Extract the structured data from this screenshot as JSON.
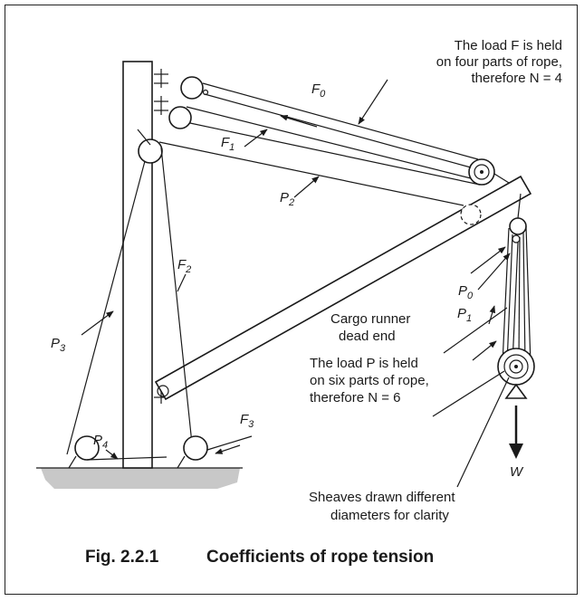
{
  "caption": {
    "number": "Fig. 2.2.1",
    "title": "Coefficients of rope tension"
  },
  "notes": {
    "load_f_line1": "The load F is held",
    "load_f_line2": "on four parts of rope,",
    "load_f_line3": "therefore N = 4",
    "load_p_line1": "The load P is held",
    "load_p_line2": "on six parts of rope,",
    "load_p_line3": "therefore N = 6",
    "cargo_line1": "Cargo runner",
    "cargo_line2": "dead end",
    "sheaves_line1": "Sheaves drawn different",
    "sheaves_line2": "diameters for clarity"
  },
  "labels": {
    "F0": {
      "base": "F",
      "sub": "0"
    },
    "F1": {
      "base": "F",
      "sub": "1"
    },
    "F2": {
      "base": "F",
      "sub": "2"
    },
    "F3": {
      "base": "F",
      "sub": "3"
    },
    "P0": {
      "base": "P",
      "sub": "0"
    },
    "P1": {
      "base": "P",
      "sub": "1"
    },
    "P2": {
      "base": "P",
      "sub": "2"
    },
    "P3": {
      "base": "P",
      "sub": "3"
    },
    "P4": {
      "base": "P",
      "sub": "4"
    },
    "W": "W"
  },
  "colors": {
    "line": "#1a1a1a",
    "ground": "#c8c8c8",
    "background": "#ffffff"
  }
}
